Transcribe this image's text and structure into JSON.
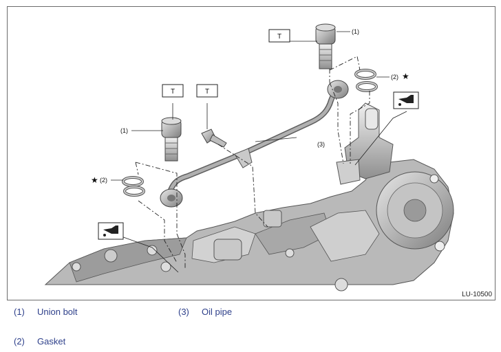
{
  "figure": {
    "id": "LU-10500",
    "torque_mark": "T",
    "star_mark": "★",
    "callouts": {
      "union_bolt_top": "(1)",
      "union_bolt_left": "(1)",
      "gasket_right": "(2)",
      "gasket_left": "(2)",
      "oil_pipe": "(3)"
    },
    "icons": [
      "oil-can-icon",
      "oil-can-icon"
    ]
  },
  "legend": [
    {
      "num": "(1)",
      "label": "Union bolt"
    },
    {
      "num": "(3)",
      "label": "Oil pipe"
    },
    {
      "num": "(2)",
      "label": "Gasket"
    }
  ],
  "colors": {
    "legend_text": "#2d3f8a",
    "engine_fill": "#bdbdbd",
    "pipe": "#8a8a8a"
  }
}
